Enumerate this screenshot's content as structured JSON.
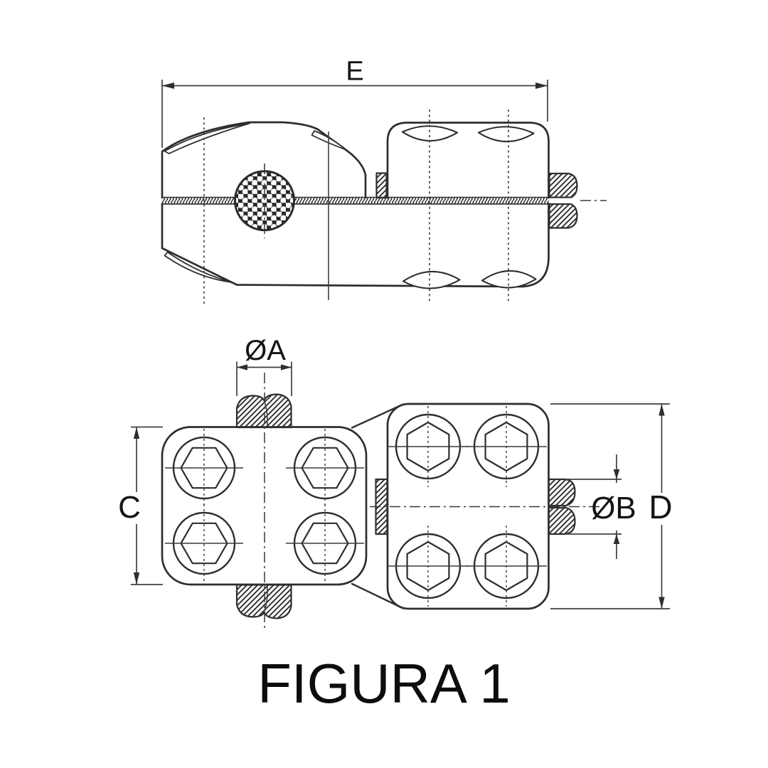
{
  "caption": "FIGURA 1",
  "dimensions": {
    "E": "E",
    "A": "ØA",
    "C": "C",
    "B": "ØB",
    "D": "D"
  },
  "colors": {
    "line": "#2e2e2e",
    "thin_line": "#3f3f3f",
    "text": "#141414",
    "background": "#ffffff"
  }
}
